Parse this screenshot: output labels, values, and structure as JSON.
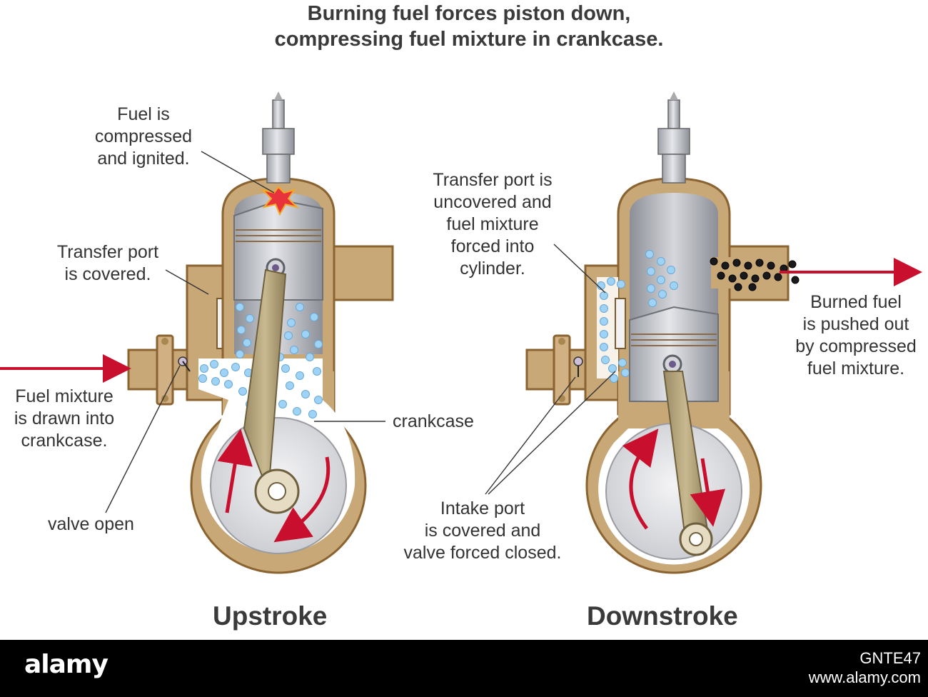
{
  "title": {
    "line1": "Burning fuel forces piston down,",
    "line2": "compressing fuel mixture in crankcase."
  },
  "labels": {
    "fuel_compressed": [
      "Fuel is",
      "compressed",
      "and ignited."
    ],
    "transfer_covered": [
      "Transfer port",
      "is covered."
    ],
    "fuel_drawn": [
      "Fuel mixture",
      "is drawn into",
      "crankcase."
    ],
    "crankcase": "crankcase",
    "valve_open": "valve open",
    "transfer_uncovered": [
      "Transfer port is",
      "uncovered and",
      "fuel mixture",
      "forced into",
      "cylinder."
    ],
    "burned_fuel": [
      "Burned fuel",
      "is pushed out",
      "by compressed",
      "fuel mixture."
    ],
    "intake_covered": [
      "Intake port",
      "is covered and",
      "valve forced closed."
    ]
  },
  "strokes": {
    "upstroke": "Upstroke",
    "downstroke": "Downstroke"
  },
  "footer": {
    "logo": "alamy",
    "image_id": "GNTE47",
    "url": "www.alamy.com"
  },
  "colors": {
    "engine_body": "#c9a878",
    "engine_outline": "#8b6330",
    "metal": "#b9bcc3",
    "arrow": "#c8102e",
    "fuel_dot": "#9fd3f5",
    "exhaust_dot": "#1a1a1a"
  }
}
